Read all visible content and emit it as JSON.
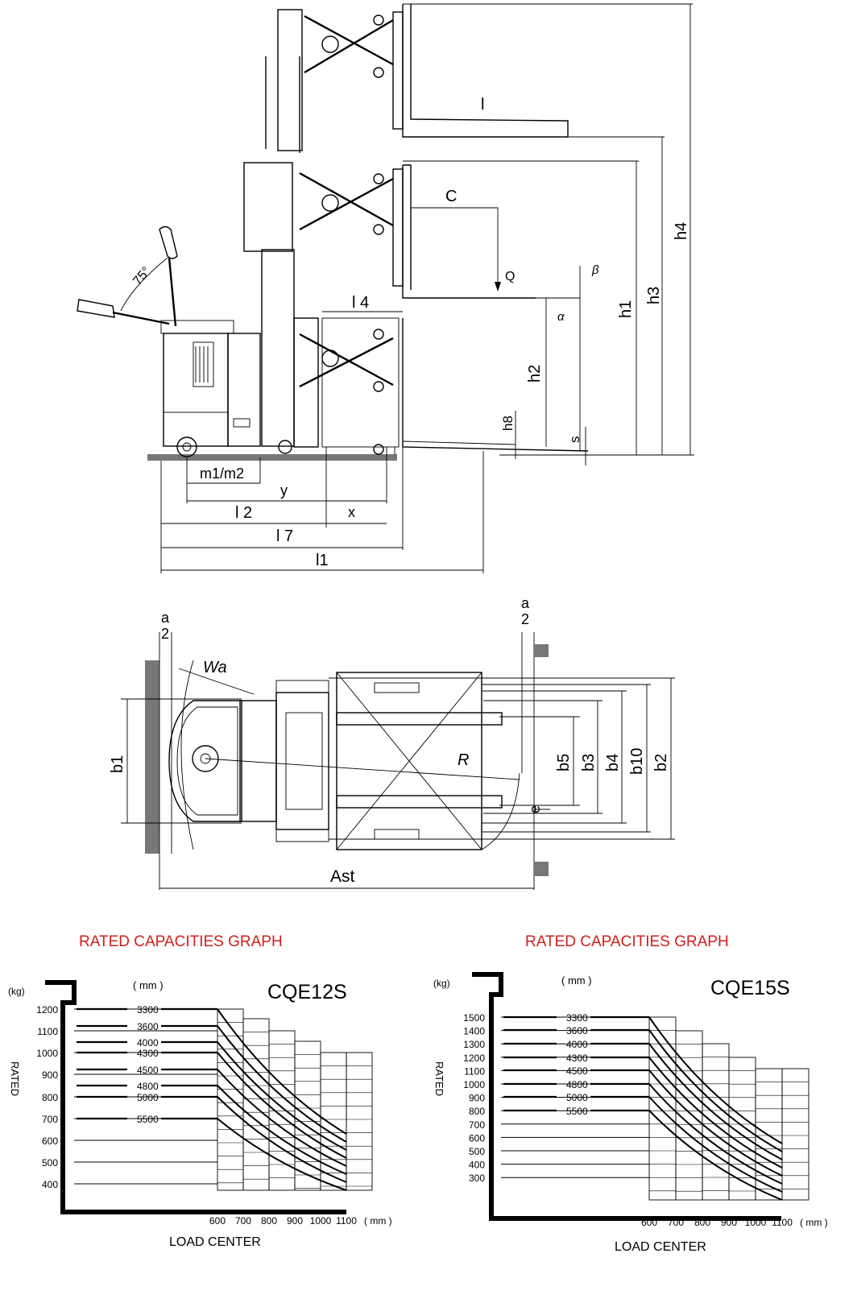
{
  "side_view": {
    "angle_label": "75°",
    "dims": {
      "l": "l",
      "c": "C",
      "q": "Q",
      "beta": "β",
      "alpha": "α",
      "l4": "l 4",
      "h1": "h1",
      "h2": "h2",
      "h3": "h3",
      "h4": "h4",
      "h8": "h8",
      "s": "s",
      "m1m2": "m1/m2",
      "y": "y",
      "x": "x",
      "l2": "l 2",
      "l7": "l 7",
      "l1": "l1"
    }
  },
  "top_view": {
    "dims": {
      "a2_left_a": "a",
      "a2_left_2": "2",
      "a2_right_a": "a",
      "a2_right_2": "2",
      "wa": "Wa",
      "b1": "b1",
      "r": "R",
      "e": "e",
      "b5": "b5",
      "b3": "b3",
      "b4": "b4",
      "b10": "b10",
      "b2": "b2",
      "ast": "Ast"
    }
  },
  "graphs": [
    {
      "title": "RATED CAPACITIES GRAPH",
      "model": "CQE12S",
      "unit_kg": "(kg)",
      "unit_mm": "( mm )",
      "y_axis_label": "RATED",
      "x_axis_label": "LOAD CENTER",
      "y_ticks": [
        "1200",
        "1100",
        "1000",
        "900",
        "800",
        "700",
        "600",
        "500",
        "400"
      ],
      "heights_mm": [
        "3300",
        "3600",
        "4000",
        "4300",
        "4500",
        "4800",
        "5000",
        "5500"
      ],
      "x_ticks": [
        "600",
        "700",
        "800",
        "900",
        "1000",
        "1100"
      ],
      "x_unit": "( mm )"
    },
    {
      "title": "RATED CAPACITIES GRAPH",
      "model": "CQE15S",
      "unit_kg": "(kg)",
      "unit_mm": "( mm )",
      "y_axis_label": "RATED",
      "x_axis_label": "LOAD CENTER",
      "y_ticks": [
        "1500",
        "1400",
        "1300",
        "1200",
        "1100",
        "1000",
        "900",
        "800",
        "700",
        "600",
        "500",
        "400",
        "300"
      ],
      "heights_mm": [
        "3300",
        "3600",
        "4000",
        "4300",
        "4500",
        "4800",
        "5000",
        "5500"
      ],
      "x_ticks": [
        "600",
        "700",
        "800",
        "900",
        "1000",
        "1100"
      ],
      "x_unit": "( mm )"
    }
  ]
}
